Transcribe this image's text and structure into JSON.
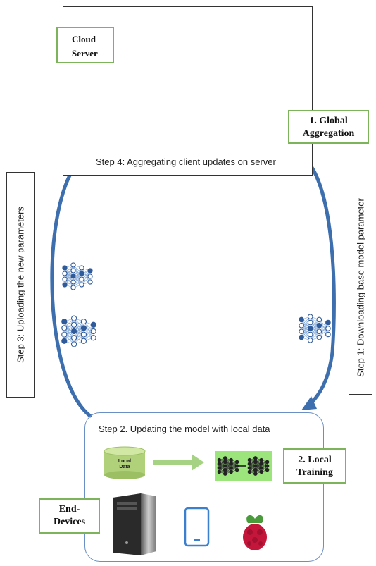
{
  "cloud": {
    "label_line1": "Cloud",
    "label_line2": "Server"
  },
  "labels": {
    "global_line1": "1. Global",
    "global_line2": "Aggregation",
    "local_line1": "2. Local",
    "local_line2": "Training",
    "end_line1": "End-",
    "end_line2": "Devices"
  },
  "steps": {
    "step1": "Step 1: Downloading base model parameter",
    "step2": "Step 2. Updating the model with local data",
    "step3": "Step 3: Uploading the new parameters",
    "step4": "Step 4: Aggregating client updates on server"
  },
  "database": {
    "line1": "Local",
    "line2": "Data"
  },
  "colors": {
    "label_border": "#7db35a",
    "arrow_blue": "#3d6fae",
    "node_blue": "#2f5b9b",
    "device_border": "#6a8fc4",
    "green_arrow": "#a6d383",
    "raspberry": "#c4163a"
  },
  "icons": [
    "server-icon",
    "cloud-icon",
    "neural-network-icon",
    "database-icon",
    "desktop-tower-icon",
    "smartphone-icon",
    "raspberry-pi-icon"
  ]
}
